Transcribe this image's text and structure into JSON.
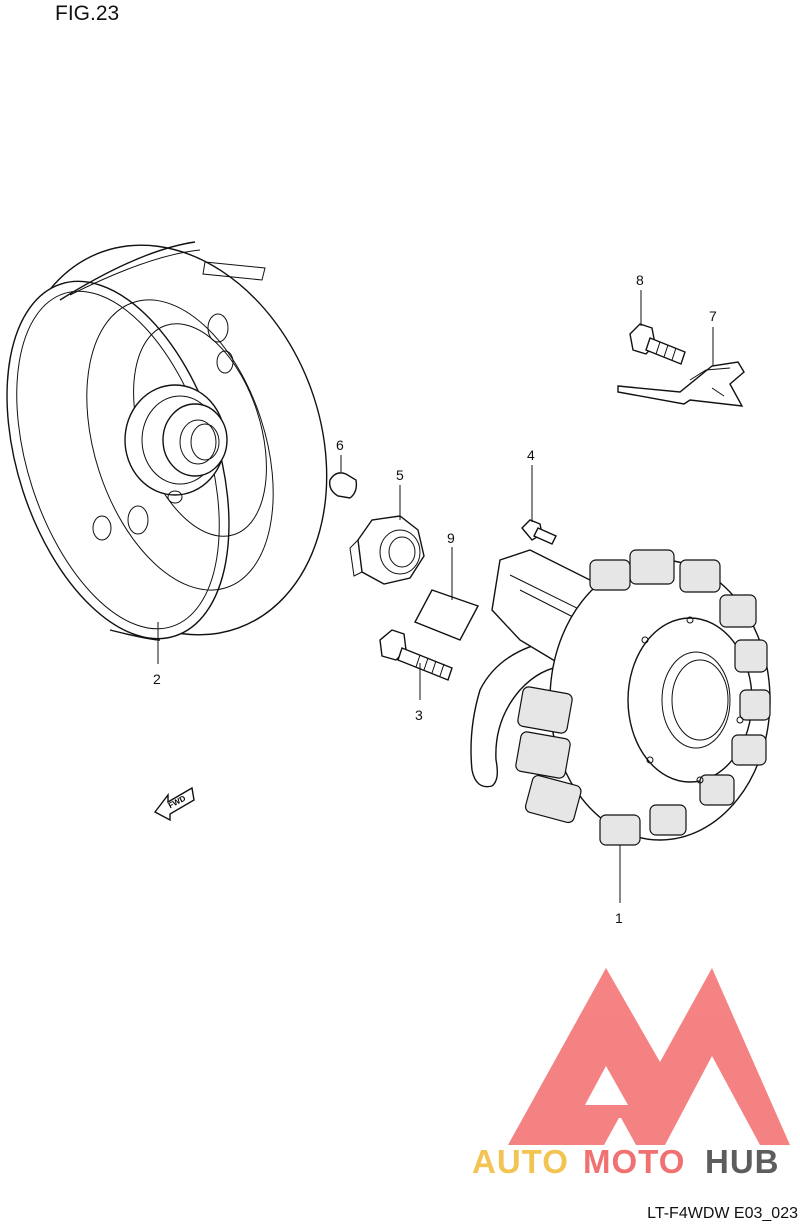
{
  "figure": {
    "title": "FIG.23",
    "code": "LT-F4WDW E03_023"
  },
  "callouts": [
    {
      "id": "1",
      "label": "1"
    },
    {
      "id": "2",
      "label": "2"
    },
    {
      "id": "3",
      "label": "3"
    },
    {
      "id": "4",
      "label": "4"
    },
    {
      "id": "5",
      "label": "5"
    },
    {
      "id": "6",
      "label": "6"
    },
    {
      "id": "7",
      "label": "7"
    },
    {
      "id": "8",
      "label": "8"
    },
    {
      "id": "9",
      "label": "9"
    }
  ],
  "fwd_arrow": {
    "label": "FWD"
  },
  "watermark": {
    "word_auto": "AUTO",
    "word_moto": "MOTO",
    "word_hub": "HUB",
    "colors": {
      "auto": "#F2C14A",
      "moto": "#F06A6A",
      "hub": "#555555",
      "logo": "#F47C7C"
    }
  }
}
